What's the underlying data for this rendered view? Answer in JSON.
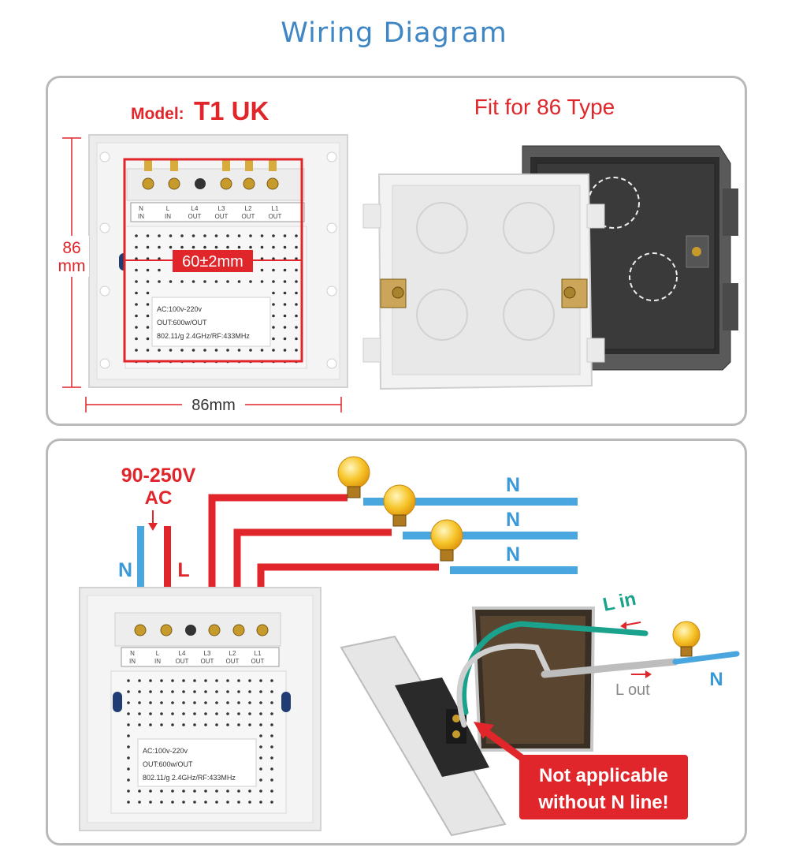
{
  "header": {
    "title": "Wiring Diagram"
  },
  "top_panel": {
    "model_label": "Model:",
    "model_value": "T1 UK",
    "fit_label": "Fit for 86 Type",
    "height_value": "86",
    "height_unit": "mm",
    "width_label": "86mm",
    "hole_spacing_label": "60±2mm",
    "terminals": [
      {
        "top": "N",
        "bottom": "IN"
      },
      {
        "top": "L",
        "bottom": "IN"
      },
      {
        "top": "L4",
        "bottom": "OUT"
      },
      {
        "top": "L3",
        "bottom": "OUT"
      },
      {
        "top": "L2",
        "bottom": "OUT"
      },
      {
        "top": "L1",
        "bottom": "OUT"
      }
    ],
    "spec_lines": [
      "AC:100v-220v",
      "OUT:600w/OUT",
      "802.11/g 2.4GHz/RF:433MHz"
    ]
  },
  "bottom_panel": {
    "voltage_label": "90-250V",
    "ac_label": "AC",
    "neutral_input_label": "N",
    "live_input_label": "L",
    "neutral_line_labels": [
      "N",
      "N",
      "N"
    ],
    "terminals": [
      {
        "top": "N",
        "bottom": "IN"
      },
      {
        "top": "L",
        "bottom": "IN"
      },
      {
        "top": "L4",
        "bottom": "OUT"
      },
      {
        "top": "L3",
        "bottom": "OUT"
      },
      {
        "top": "L2",
        "bottom": "OUT"
      },
      {
        "top": "L1",
        "bottom": "OUT"
      }
    ],
    "spec_lines": [
      "AC:100v-220v",
      "OUT:600w/OUT",
      "802.11/g 2.4GHz/RF:433MHz"
    ],
    "l_in_label": "L in",
    "l_out_label": "L out",
    "n_label": "N",
    "warning_lines": [
      "Not applicable",
      "without N line!"
    ]
  },
  "colors": {
    "title_blue": "#3f86c4",
    "red": "#e0262a",
    "blue_wire": "#4aa6de",
    "teal_wire": "#1aa28c",
    "panel_border": "#b9b9b9"
  }
}
